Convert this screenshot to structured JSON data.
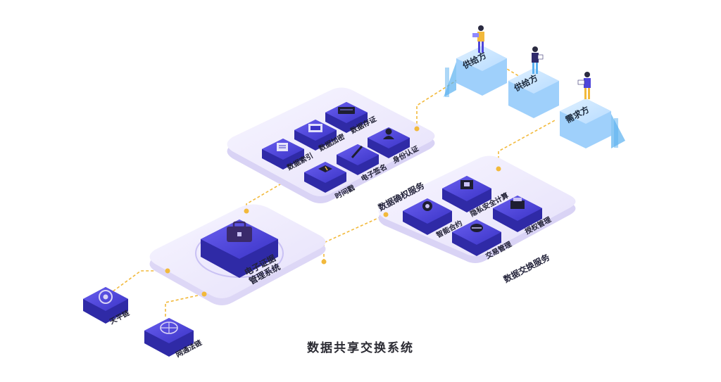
{
  "diagram": {
    "caption": "数据共享交换系统",
    "center_system": {
      "label_line1": "电子证据",
      "label_line2": "管理系统"
    },
    "chains": {
      "tianping": "天平链",
      "wangtong": "网通法链"
    },
    "rights_service": {
      "label": "数据确权服务",
      "tiles": [
        "数据索引",
        "数据加密",
        "数据存证",
        "时间戳",
        "电子签名",
        "身份认证"
      ]
    },
    "exchange_service": {
      "label": "数据交换服务",
      "tiles": [
        "智能合约",
        "隐私安全计算",
        "交易管理",
        "授权管理"
      ]
    },
    "roles": {
      "supplier_1": "供给方",
      "supplier_2": "供给方",
      "demander": "需求方"
    },
    "colors": {
      "tile_top": "#4f46d9",
      "tile_side": "#2f2aa6",
      "platform": "#f1eefc",
      "connector": "#f2b93b",
      "stairs": "#5ab0ef"
    }
  }
}
